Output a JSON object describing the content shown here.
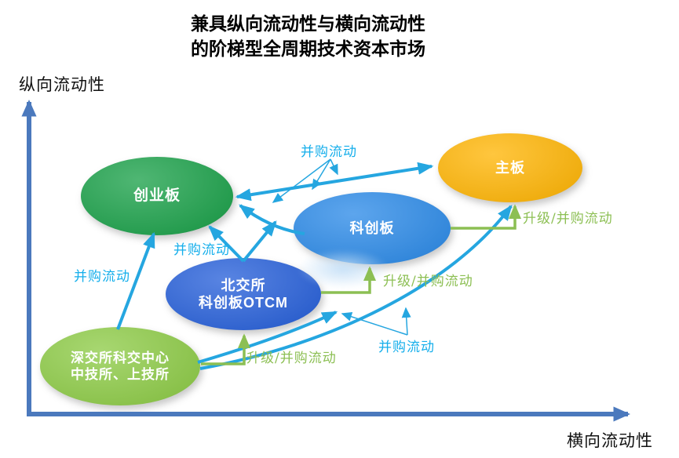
{
  "title": {
    "line1": "兼具纵向流动性与横向流动性",
    "line2": "的阶梯型全周期技术资本市场"
  },
  "axes": {
    "y_label": "纵向流动性",
    "x_label": "横向流动性"
  },
  "nodes": {
    "chuangyeban": {
      "label": "创业板",
      "color": "#1EA24C"
    },
    "zhuban": {
      "label": "主板",
      "color": "#FFB608"
    },
    "kechuangban": {
      "label": "科创板",
      "color": "#2F8CE8"
    },
    "beijiaosuo": {
      "line1": "北交所",
      "line2": "科创板OTCM",
      "color": "#2A62DA"
    },
    "shenjiaosuo": {
      "line1": "深交所科交中心",
      "line2": "中技所、上技所",
      "color": "#8FCC49"
    }
  },
  "flow_labels": {
    "merge_top": "并购流动",
    "merge_mid": "并购流动",
    "merge_left": "并购流动",
    "merge_bottom": "并购流动",
    "upgrade_right": "升级/并购流动",
    "upgrade_mid": "升级/并购流动",
    "upgrade_bottom": "升级/并购流动"
  },
  "colors": {
    "merge_flow_arrow": "#25A6E0",
    "merge_flow_label": "#14AEEB",
    "upgrade_flow": "#8CBF53",
    "axis": "#4B79BD"
  }
}
